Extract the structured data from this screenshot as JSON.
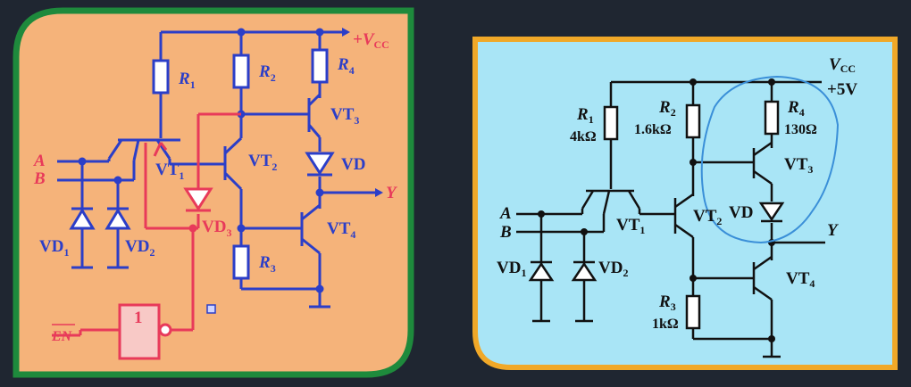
{
  "colors": {
    "background": "#1f2631",
    "left_panel_fill": "#f5b37a",
    "left_panel_border": "#1e8a3c",
    "right_panel_fill": "#a9e5f6",
    "right_panel_border": "#f0a828",
    "left_wire": "#2b3ec8",
    "enable_wire": "#e83a5a",
    "right_wire": "#111111",
    "annotation_ink": "#3a8fd8"
  },
  "left_diagram": {
    "supply": "+V",
    "supply_sub": "CC",
    "input_a": "A",
    "input_b": "B",
    "output": "Y",
    "enable": "EN",
    "gate_symbol": "1",
    "r1": "R",
    "r1_sub": "1",
    "r2": "R",
    "r2_sub": "2",
    "r3": "R",
    "r3_sub": "3",
    "r4": "R",
    "r4_sub": "4",
    "vt1": "VT",
    "vt1_sub": "1",
    "vt2": "VT",
    "vt2_sub": "2",
    "vt3": "VT",
    "vt3_sub": "3",
    "vt4": "VT",
    "vt4_sub": "4",
    "vd": "VD",
    "vd1": "VD",
    "vd1_sub": "1",
    "vd2": "VD",
    "vd2_sub": "2",
    "vd3": "VD",
    "vd3_sub": "3"
  },
  "right_diagram": {
    "supply": "V",
    "supply_sub": "CC",
    "supply_value": "+5V",
    "input_a": "A",
    "input_b": "B",
    "output": "Y",
    "r1": "R",
    "r1_sub": "1",
    "r1_value": "4kΩ",
    "r2": "R",
    "r2_sub": "2",
    "r2_value": "1.6kΩ",
    "r3": "R",
    "r3_sub": "3",
    "r3_value": "1kΩ",
    "r4": "R",
    "r4_sub": "4",
    "r4_value": "130Ω",
    "vt1": "VT",
    "vt1_sub": "1",
    "vt2": "VT",
    "vt2_sub": "2",
    "vt3": "VT",
    "vt3_sub": "3",
    "vt4": "VT",
    "vt4_sub": "4",
    "vd": "VD",
    "vd1": "VD",
    "vd1_sub": "1",
    "vd2": "VD",
    "vd2_sub": "2"
  }
}
